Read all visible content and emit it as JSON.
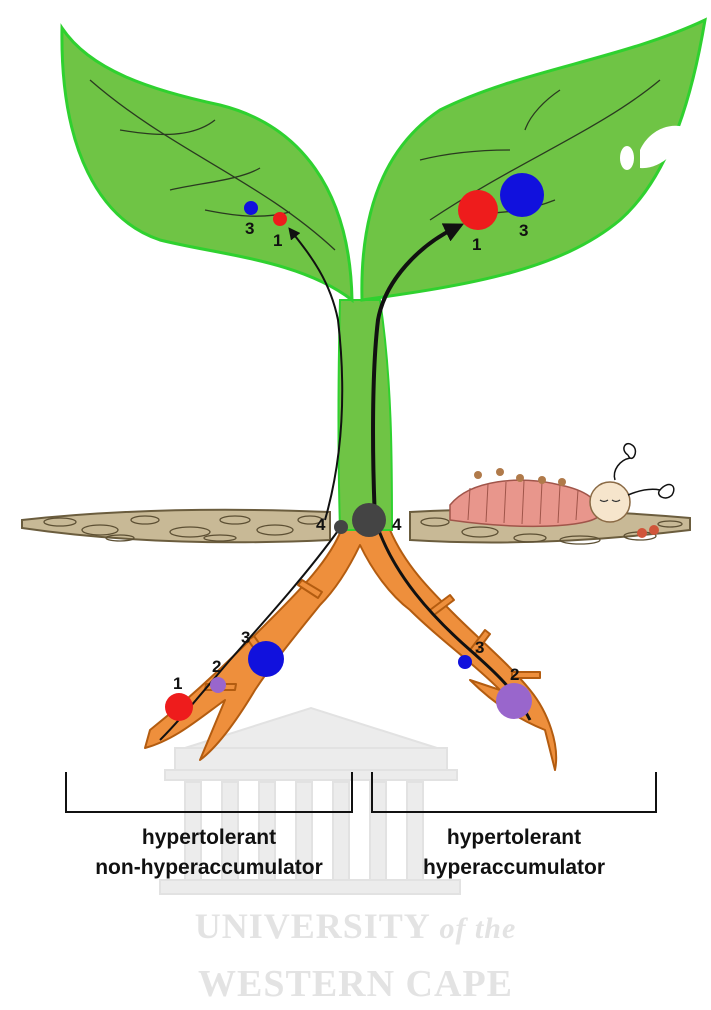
{
  "colors": {
    "leaf": "#6fc445",
    "leaf_outline": "#2fd12f",
    "stem": "#6fc445",
    "root": "#ee8f3c",
    "soil": "#c8b996",
    "metal_1": "#ee1c1c",
    "metal_2": "#9966cc",
    "metal_3": "#1111dd",
    "metal_4": "#444444",
    "watermark": "#e0e0e0"
  },
  "markers": {
    "leaf_left_3": "3",
    "leaf_left_1": "1",
    "leaf_right_1": "1",
    "leaf_right_3": "3",
    "junction_left_4": "4",
    "junction_right_4": "4",
    "root_left_1": "1",
    "root_left_2": "2",
    "root_left_3": "3",
    "root_right_3": "3",
    "root_right_2": "2"
  },
  "captions": {
    "left_line1": "hypertolerant",
    "left_line2": "non-hyperaccumulator",
    "right_line1": "hypertolerant",
    "right_line2": "hyperaccumulator"
  },
  "watermark": {
    "line1": "UNIVERSITY",
    "line1_suffix": "of the",
    "line2": "WESTERN CAPE"
  },
  "icons": [
    "caterpillar-icon",
    "university-building-watermark"
  ]
}
